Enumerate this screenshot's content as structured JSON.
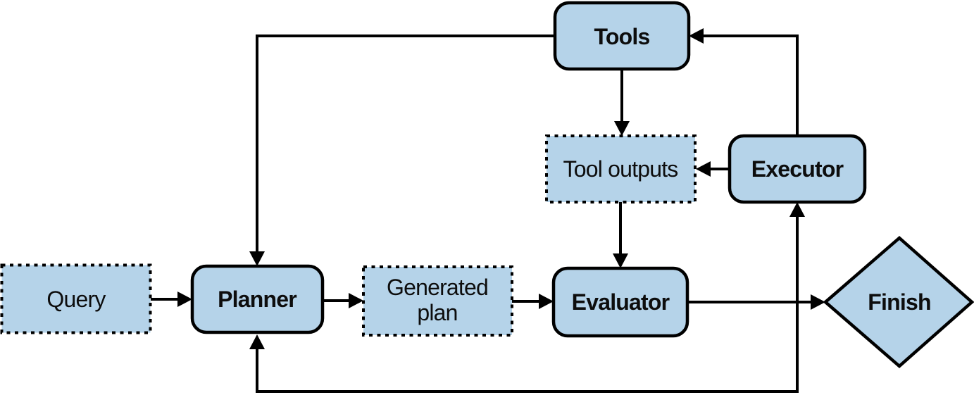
{
  "figure": {
    "type": "flow-diagram",
    "background": "#ffffff",
    "colors": {
      "node_fill": "#b5d3e9",
      "stroke": "#000000",
      "text": "#0d0d0d"
    },
    "nodes": {
      "query": {
        "label": "Query",
        "shape": "rectangle-dashed"
      },
      "planner": {
        "label": "Planner",
        "shape": "rounded-rectangle"
      },
      "generated_plan": {
        "label": "Generated plan",
        "line1": "Generated",
        "line2": "plan",
        "shape": "rectangle-dashed"
      },
      "evaluator": {
        "label": "Evaluator",
        "shape": "rounded-rectangle"
      },
      "tools": {
        "label": "Tools",
        "shape": "rounded-rectangle"
      },
      "tool_outputs": {
        "label": "Tool outputs",
        "shape": "rectangle-dashed"
      },
      "executor": {
        "label": "Executor",
        "shape": "rounded-rectangle"
      },
      "finish": {
        "label": "Finish",
        "shape": "diamond"
      }
    },
    "edges": [
      {
        "from": "query",
        "to": "planner"
      },
      {
        "from": "planner",
        "to": "generated_plan"
      },
      {
        "from": "generated_plan",
        "to": "evaluator"
      },
      {
        "from": "evaluator",
        "to": "finish"
      },
      {
        "from": "tools",
        "to": "planner"
      },
      {
        "from": "executor",
        "to": "tools"
      },
      {
        "from": "tools",
        "to": "tool_outputs"
      },
      {
        "from": "executor",
        "to": "tool_outputs"
      },
      {
        "from": "tool_outputs",
        "to": "evaluator"
      },
      {
        "from": "evaluator",
        "to": "executor"
      },
      {
        "from": "evaluator",
        "to": "planner"
      }
    ]
  }
}
